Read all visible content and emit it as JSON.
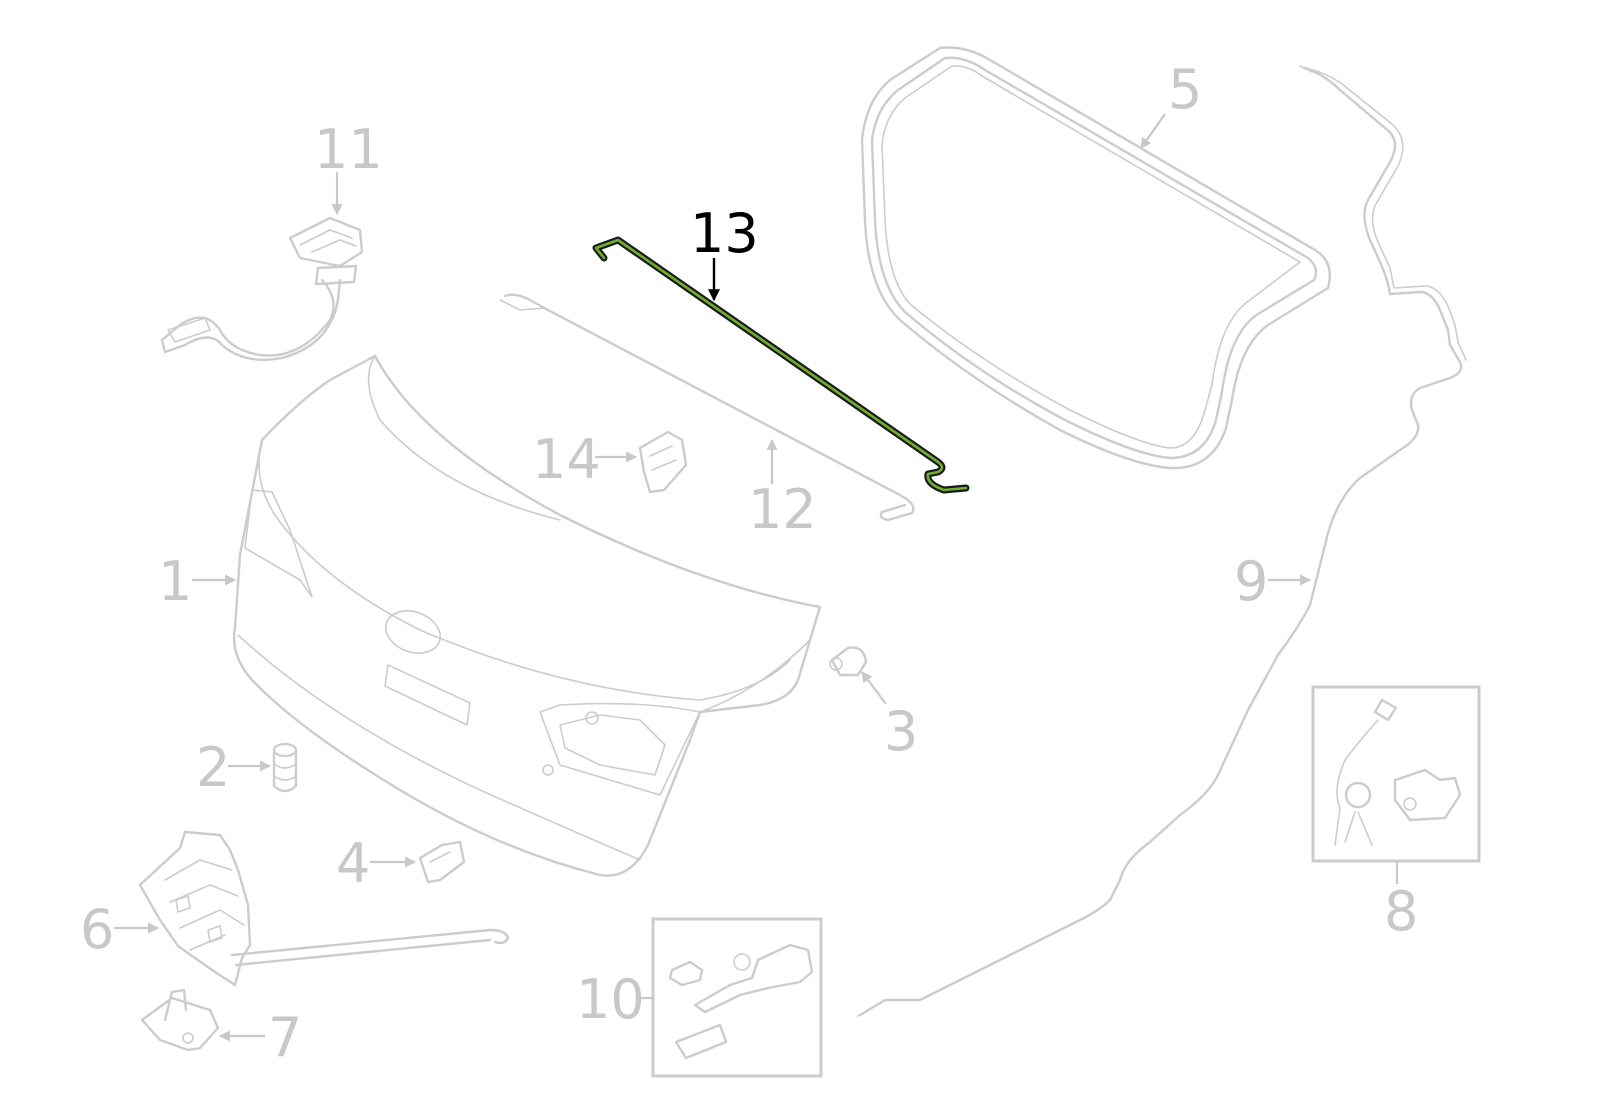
{
  "diagram": {
    "highlight_color": "#6fae2e",
    "callouts": [
      {
        "id": "1",
        "label": "1"
      },
      {
        "id": "2",
        "label": "2"
      },
      {
        "id": "3",
        "label": "3"
      },
      {
        "id": "4",
        "label": "4"
      },
      {
        "id": "5",
        "label": "5"
      },
      {
        "id": "6",
        "label": "6"
      },
      {
        "id": "7",
        "label": "7"
      },
      {
        "id": "8",
        "label": "8"
      },
      {
        "id": "9",
        "label": "9"
      },
      {
        "id": "10",
        "label": "10"
      },
      {
        "id": "11",
        "label": "11"
      },
      {
        "id": "12",
        "label": "12"
      },
      {
        "id": "13",
        "label": "13",
        "highlighted": true
      },
      {
        "id": "14",
        "label": "14"
      }
    ]
  }
}
